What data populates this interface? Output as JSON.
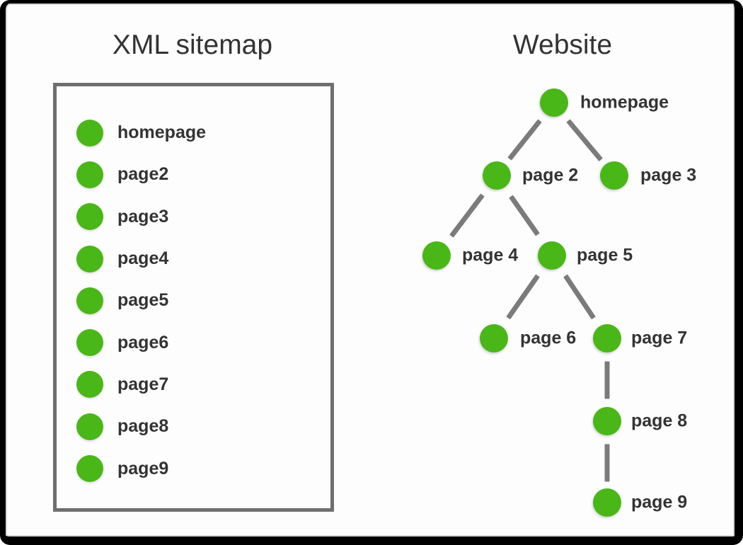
{
  "left_panel": {
    "title": "XML sitemap",
    "items": [
      "homepage",
      "page2",
      "page3",
      "page4",
      "page5",
      "page6",
      "page7",
      "page8",
      "page9"
    ]
  },
  "right_panel": {
    "title": "Website",
    "nodes": [
      {
        "id": "homepage",
        "label": "homepage"
      },
      {
        "id": "page2",
        "label": "page 2"
      },
      {
        "id": "page3",
        "label": "page 3"
      },
      {
        "id": "page4",
        "label": "page 4"
      },
      {
        "id": "page5",
        "label": "page 5"
      },
      {
        "id": "page6",
        "label": "page 6"
      },
      {
        "id": "page7",
        "label": "page 7"
      },
      {
        "id": "page8",
        "label": "page 8"
      },
      {
        "id": "page9",
        "label": "page 9"
      }
    ],
    "edges": [
      {
        "from": "homepage",
        "to": "page2"
      },
      {
        "from": "homepage",
        "to": "page3"
      },
      {
        "from": "page2",
        "to": "page4"
      },
      {
        "from": "page2",
        "to": "page5"
      },
      {
        "from": "page5",
        "to": "page6"
      },
      {
        "from": "page5",
        "to": "page7"
      },
      {
        "from": "page7",
        "to": "page8"
      },
      {
        "from": "page8",
        "to": "page9"
      }
    ]
  },
  "colors": {
    "node_green": "#49b717",
    "edge_gray": "#7b7b7b",
    "box_border_gray": "#6f6f6f",
    "text_color": "#333333",
    "frame_black": "#000000",
    "canvas_white": "#fdfdfd",
    "inner_line": "#d9d9d9"
  }
}
